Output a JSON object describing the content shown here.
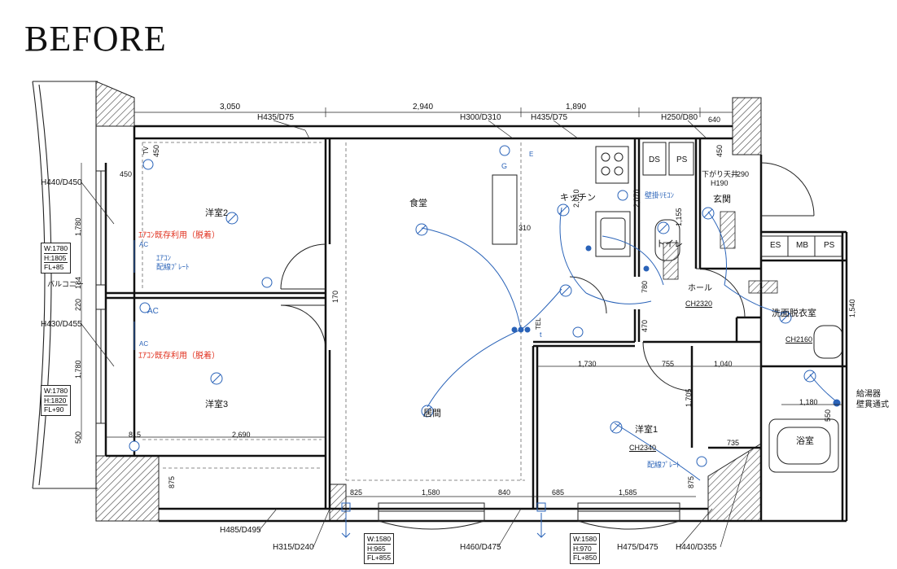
{
  "title": "BEFORE",
  "rooms": {
    "youshitsu2": "洋室2",
    "youshitsu3": "洋室3",
    "youshitsu1": "洋室1",
    "shokudou": "食堂",
    "ima": "居間",
    "kitchen": "キッチン",
    "toilet": "トイレ",
    "genkan": "玄関",
    "hall": "ホール",
    "senmen": "洗面脱衣室",
    "yokushitsu": "浴室",
    "balcony": "バルコニー"
  },
  "dimensions": {
    "top1": "3,050",
    "top2": "2,940",
    "top3": "1,890",
    "top4": "640",
    "d450a": "450",
    "d450b": "450",
    "d1780a": "1,780",
    "d184": "184",
    "d220": "220",
    "d1780b": "1,780",
    "d500": "500",
    "d815": "815",
    "d2690": "2,690",
    "d875a": "875",
    "d170": "170",
    "d310": "310",
    "d2010": "2,010",
    "d2070": "2,070",
    "d1155": "1,155",
    "d780": "780",
    "d470": "470",
    "d1730": "1,730",
    "d755": "755",
    "d1040": "1,040",
    "d1705": "1,705",
    "d735": "735",
    "d875b": "875",
    "d825": "825",
    "d1580": "1,580",
    "d840": "840",
    "d685": "685",
    "d1585": "1,585",
    "d1180": "1,180",
    "d550": "550",
    "d1540": "1,540",
    "d290": "290",
    "d450c": "450"
  },
  "callouts": {
    "h435a": "H435/D75",
    "h300": "H300/D310",
    "h435b": "H435/D75",
    "h250": "H250/D80",
    "h440a": "H440/D450",
    "h430": "H430/D455",
    "h485": "H485/D495",
    "h315": "H315/D240",
    "h460": "H460/D475",
    "h475": "H475/D475",
    "h440b": "H440/D355",
    "sagari": "下がり天井",
    "h190": "H190",
    "ch2320": "CH2320",
    "ch2160": "CH2160",
    "ch2340": "CH2340",
    "kyutouki": "給湯器",
    "hekikan": "壁貫通式"
  },
  "windows": {
    "w1": [
      "W:1780",
      "H:1805",
      "FL+85"
    ],
    "w2": [
      "W:1780",
      "H:1820",
      "FL+90"
    ],
    "w3": [
      "W:1580",
      "H:965",
      "FL+855"
    ],
    "w4": [
      "W:1580",
      "H:970",
      "FL+850"
    ]
  },
  "fixtures": {
    "ds": "DS",
    "ps1": "PS",
    "es": "ES",
    "mb": "MB",
    "ps2": "PS",
    "tv": "TV",
    "tel": "TEL",
    "ac1": "AC",
    "ac2": "AC",
    "ac3": "AC",
    "g": "G",
    "e": "E",
    "t": "t"
  },
  "notes": {
    "aircon1": "ｴｱｺﾝ既存利用（脱着）",
    "aircon2": "ｴｱｺﾝ既存利用（脱着）",
    "plate1a": "ｴｱｺﾝ",
    "plate1b": "配線ﾌﾟﾚｰﾄ",
    "plate2": "配線ﾌﾟﾚｰﾄ",
    "bluewall": "壁掛ﾘﾓｺﾝ"
  },
  "colors": {
    "wall": "#111111",
    "blue": "#2a63b8",
    "red": "#e0301e",
    "hatch": "#444444"
  }
}
